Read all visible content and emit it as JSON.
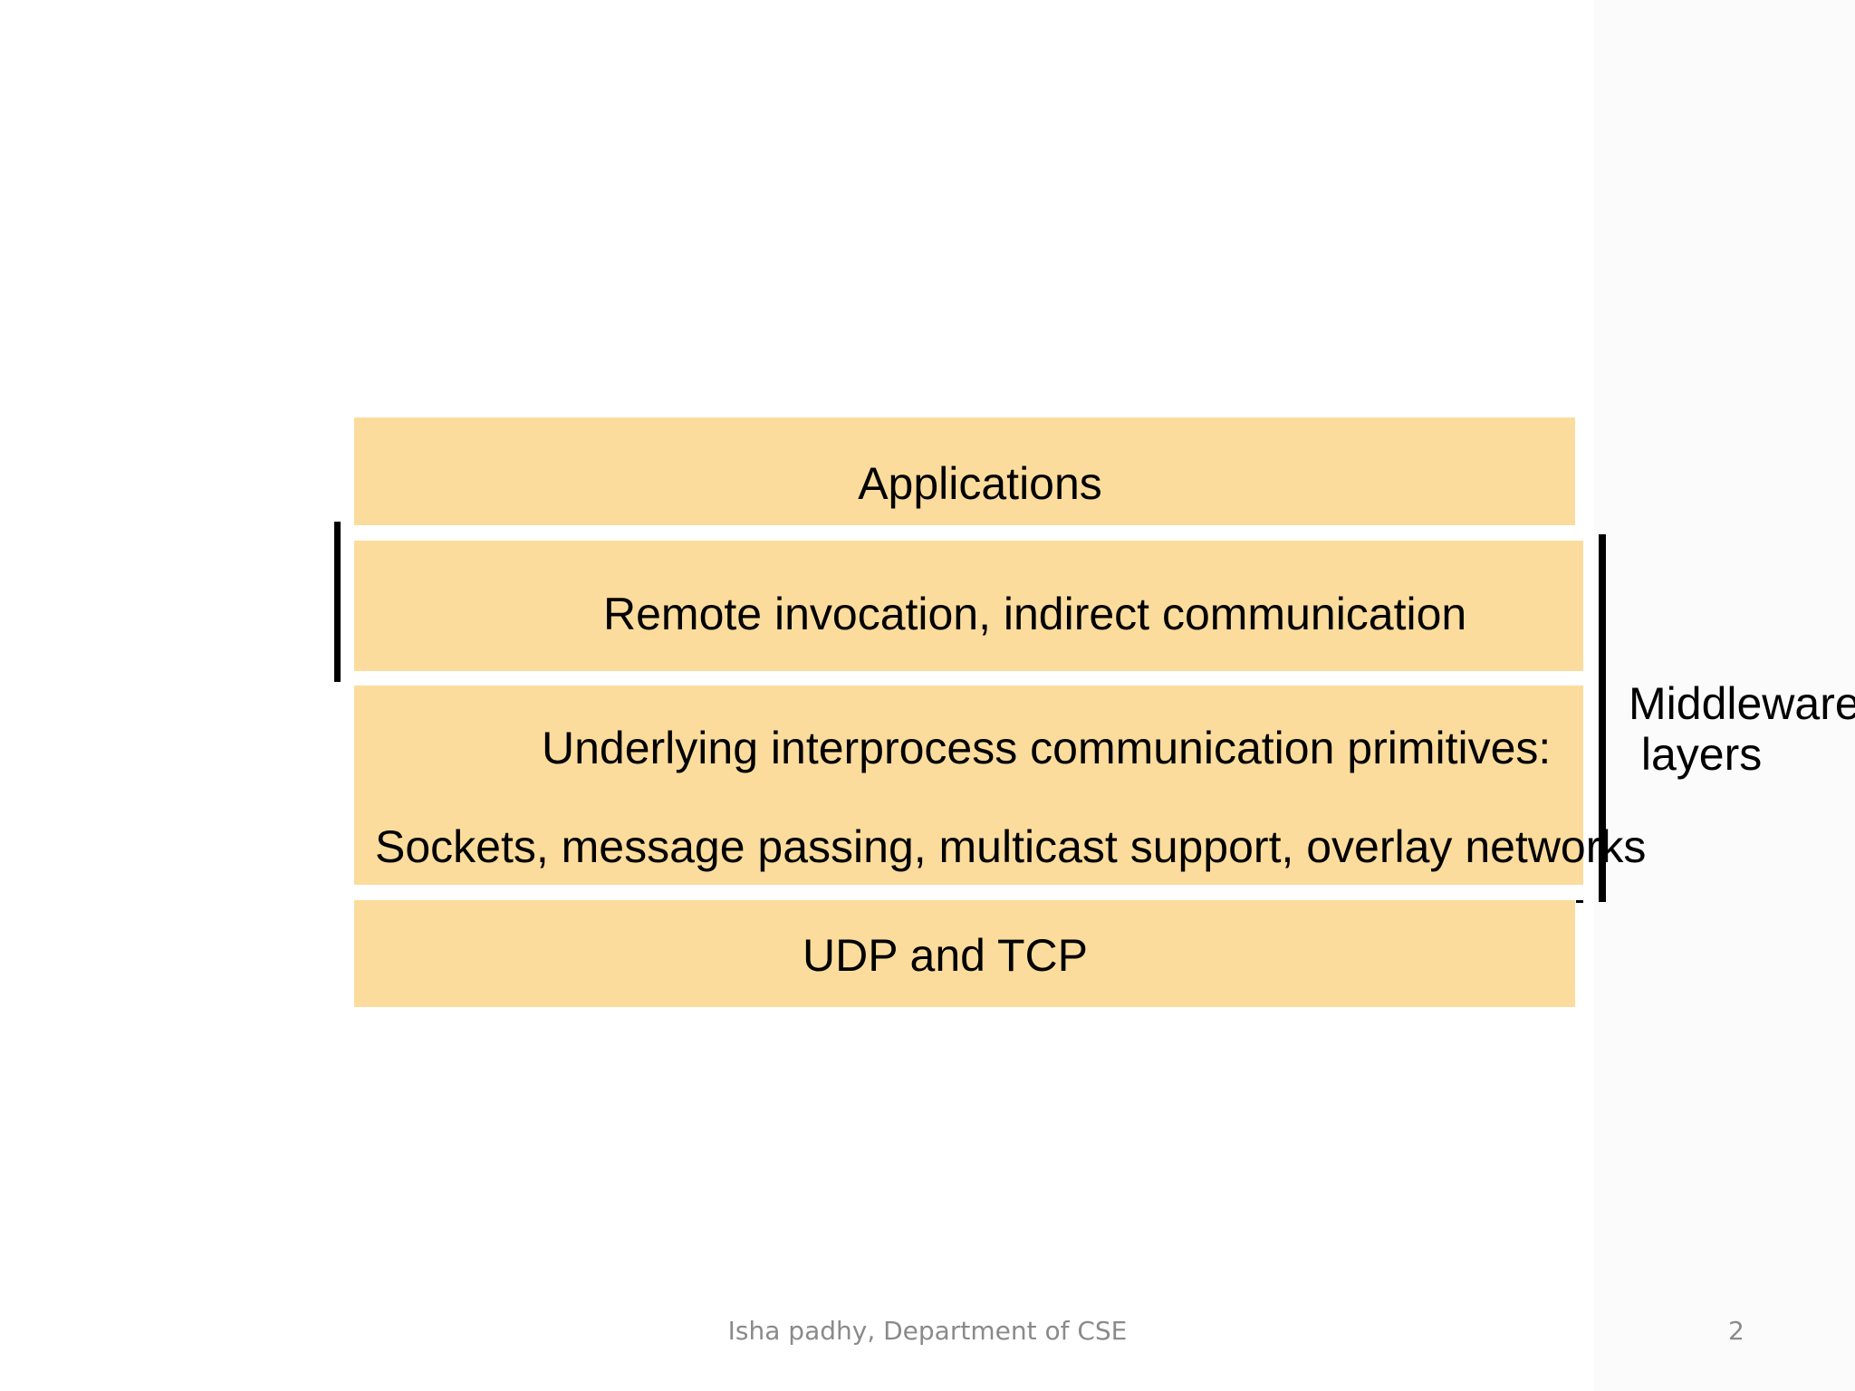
{
  "diagram": {
    "layers": [
      {
        "name": "applications",
        "text": "Applications"
      },
      {
        "name": "remote",
        "text": "Remote invocation, indirect communication"
      },
      {
        "name": "ipc",
        "line1": "Underlying interprocess communication primitives:",
        "line2": "Sockets, message passing, multicast support, overlay networks"
      },
      {
        "name": "transport",
        "text": "UDP and TCP"
      }
    ],
    "bracket_label": "Middleware\n layers",
    "layer_color": "#fcdc9c"
  },
  "footer": {
    "author": "Isha padhy, Department of CSE",
    "page": "2"
  }
}
